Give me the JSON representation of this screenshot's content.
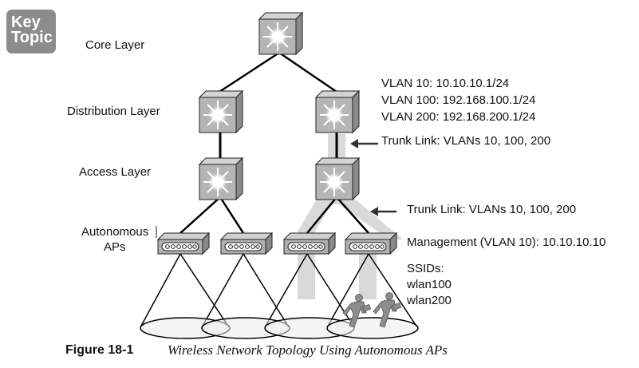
{
  "badge": {
    "line1": "Key",
    "line2": "Topic"
  },
  "layers": {
    "core": "Core Layer",
    "distribution": "Distribution Layer",
    "access": "Access Layer",
    "aps_line1": "Autonomous",
    "aps_line2": "APs"
  },
  "vlan_config": [
    "VLAN 10: 10.10.10.1/24",
    "VLAN 100: 192.168.100.1/24",
    "VLAN 200: 192.168.200.1/24"
  ],
  "trunk_upper": "Trunk Link: VLANs 10, 100, 200",
  "trunk_lower": "Trunk Link: VLANs 10, 100, 200",
  "management": "Management (VLAN 10): 10.10.10.10",
  "ssids": {
    "title": "SSIDs:",
    "items": [
      "wlan100",
      "wlan200"
    ]
  },
  "caption": {
    "number": "Figure 18-1",
    "title": "Wireless Network Topology Using Autonomous APs"
  },
  "colors": {
    "device": "#b5b5b5",
    "device_dark": "#8a8a8a",
    "trunk": "#d9d9d9",
    "badge": "#8c8c8c"
  }
}
